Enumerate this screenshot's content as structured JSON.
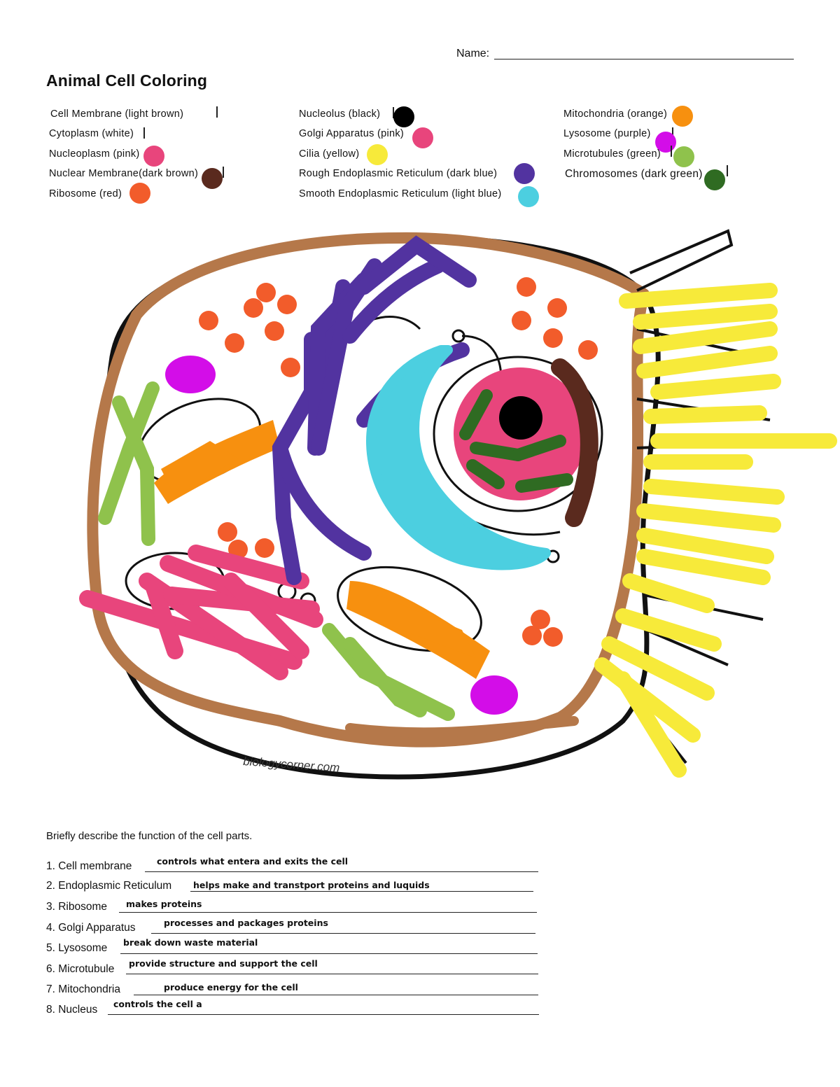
{
  "header": {
    "name_label": "Name:",
    "title": "Animal Cell Coloring"
  },
  "legend": {
    "col1": [
      {
        "label": "Cell Membrane (light brown)",
        "color": "#b5784a"
      },
      {
        "label": "Cytoplasm (white)",
        "color": "#ffffff"
      },
      {
        "label": "Nucleoplasm (pink)",
        "color": "#e8457c"
      },
      {
        "label": "Nuclear Membrane(dark brown)",
        "color": "#5a2a1e"
      },
      {
        "label": "Ribosome (red)",
        "color": "#f25c2b"
      }
    ],
    "col2": [
      {
        "label": "Nucleolus (black)",
        "color": "#000000"
      },
      {
        "label": "Golgi Apparatus (pink)",
        "color": "#e8457c"
      },
      {
        "label": "Cilia (yellow)",
        "color": "#f7ea3a"
      },
      {
        "label": "Rough Endoplasmic Reticulum (dark blue)",
        "color": "#5233a0"
      },
      {
        "label": "Smooth Endoplasmic Reticulum (light blue)",
        "color": "#4ccfe0"
      }
    ],
    "col3": [
      {
        "label": "Mitochondria (orange)",
        "color": "#f7900f"
      },
      {
        "label": "Lysosome (purple)",
        "color": "#d30de8"
      },
      {
        "label": "Microtubules (green)",
        "color": "#8fc24c"
      },
      {
        "label": "Chromosomes (dark green)",
        "color": "#2f6b22"
      }
    ]
  },
  "diagram": {
    "watermark": "biologycorner.com"
  },
  "questions": {
    "instruction": "Briefly describe the function of the cell parts.",
    "items": [
      {
        "label": "1. Cell membrane",
        "answer": "controls what entera and exits the cell"
      },
      {
        "label": "2. Endoplasmic Reticulum",
        "answer": "helps make and transtport proteins and luquids"
      },
      {
        "label": "3. Ribosome",
        "answer": "makes proteins"
      },
      {
        "label": "4. Golgi Apparatus",
        "answer": "processes and packages proteins"
      },
      {
        "label": "5. Lysosome",
        "answer": "break down waste material"
      },
      {
        "label": "6. Microtubule",
        "answer": "provide structure and support the cell"
      },
      {
        "label": "7. Mitochondria",
        "answer": "produce energy for the cell"
      },
      {
        "label": "8. Nucleus",
        "answer": "controls the cell a"
      }
    ]
  }
}
